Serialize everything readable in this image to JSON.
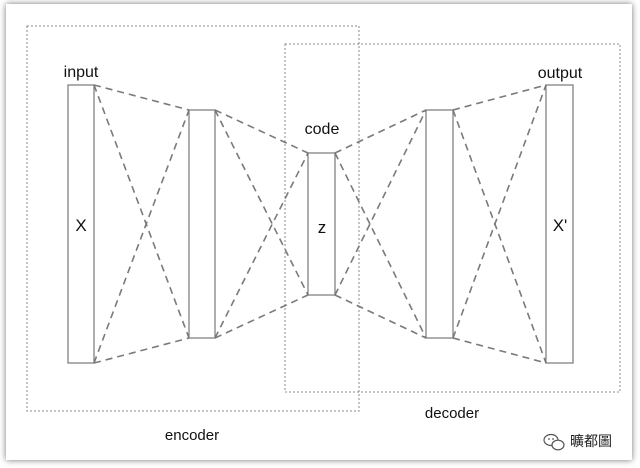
{
  "labels": {
    "input": "input",
    "output": "output",
    "code": "code",
    "x": "X",
    "z": "z",
    "x_prime": "X'",
    "encoder": "encoder",
    "decoder": "decoder"
  },
  "watermark": {
    "text": "曠都圖",
    "icon": "wechat-icon"
  },
  "colors": {
    "line": "#7a7a7a",
    "box_border": "#777777",
    "group_border": "#8a8a8a"
  }
}
